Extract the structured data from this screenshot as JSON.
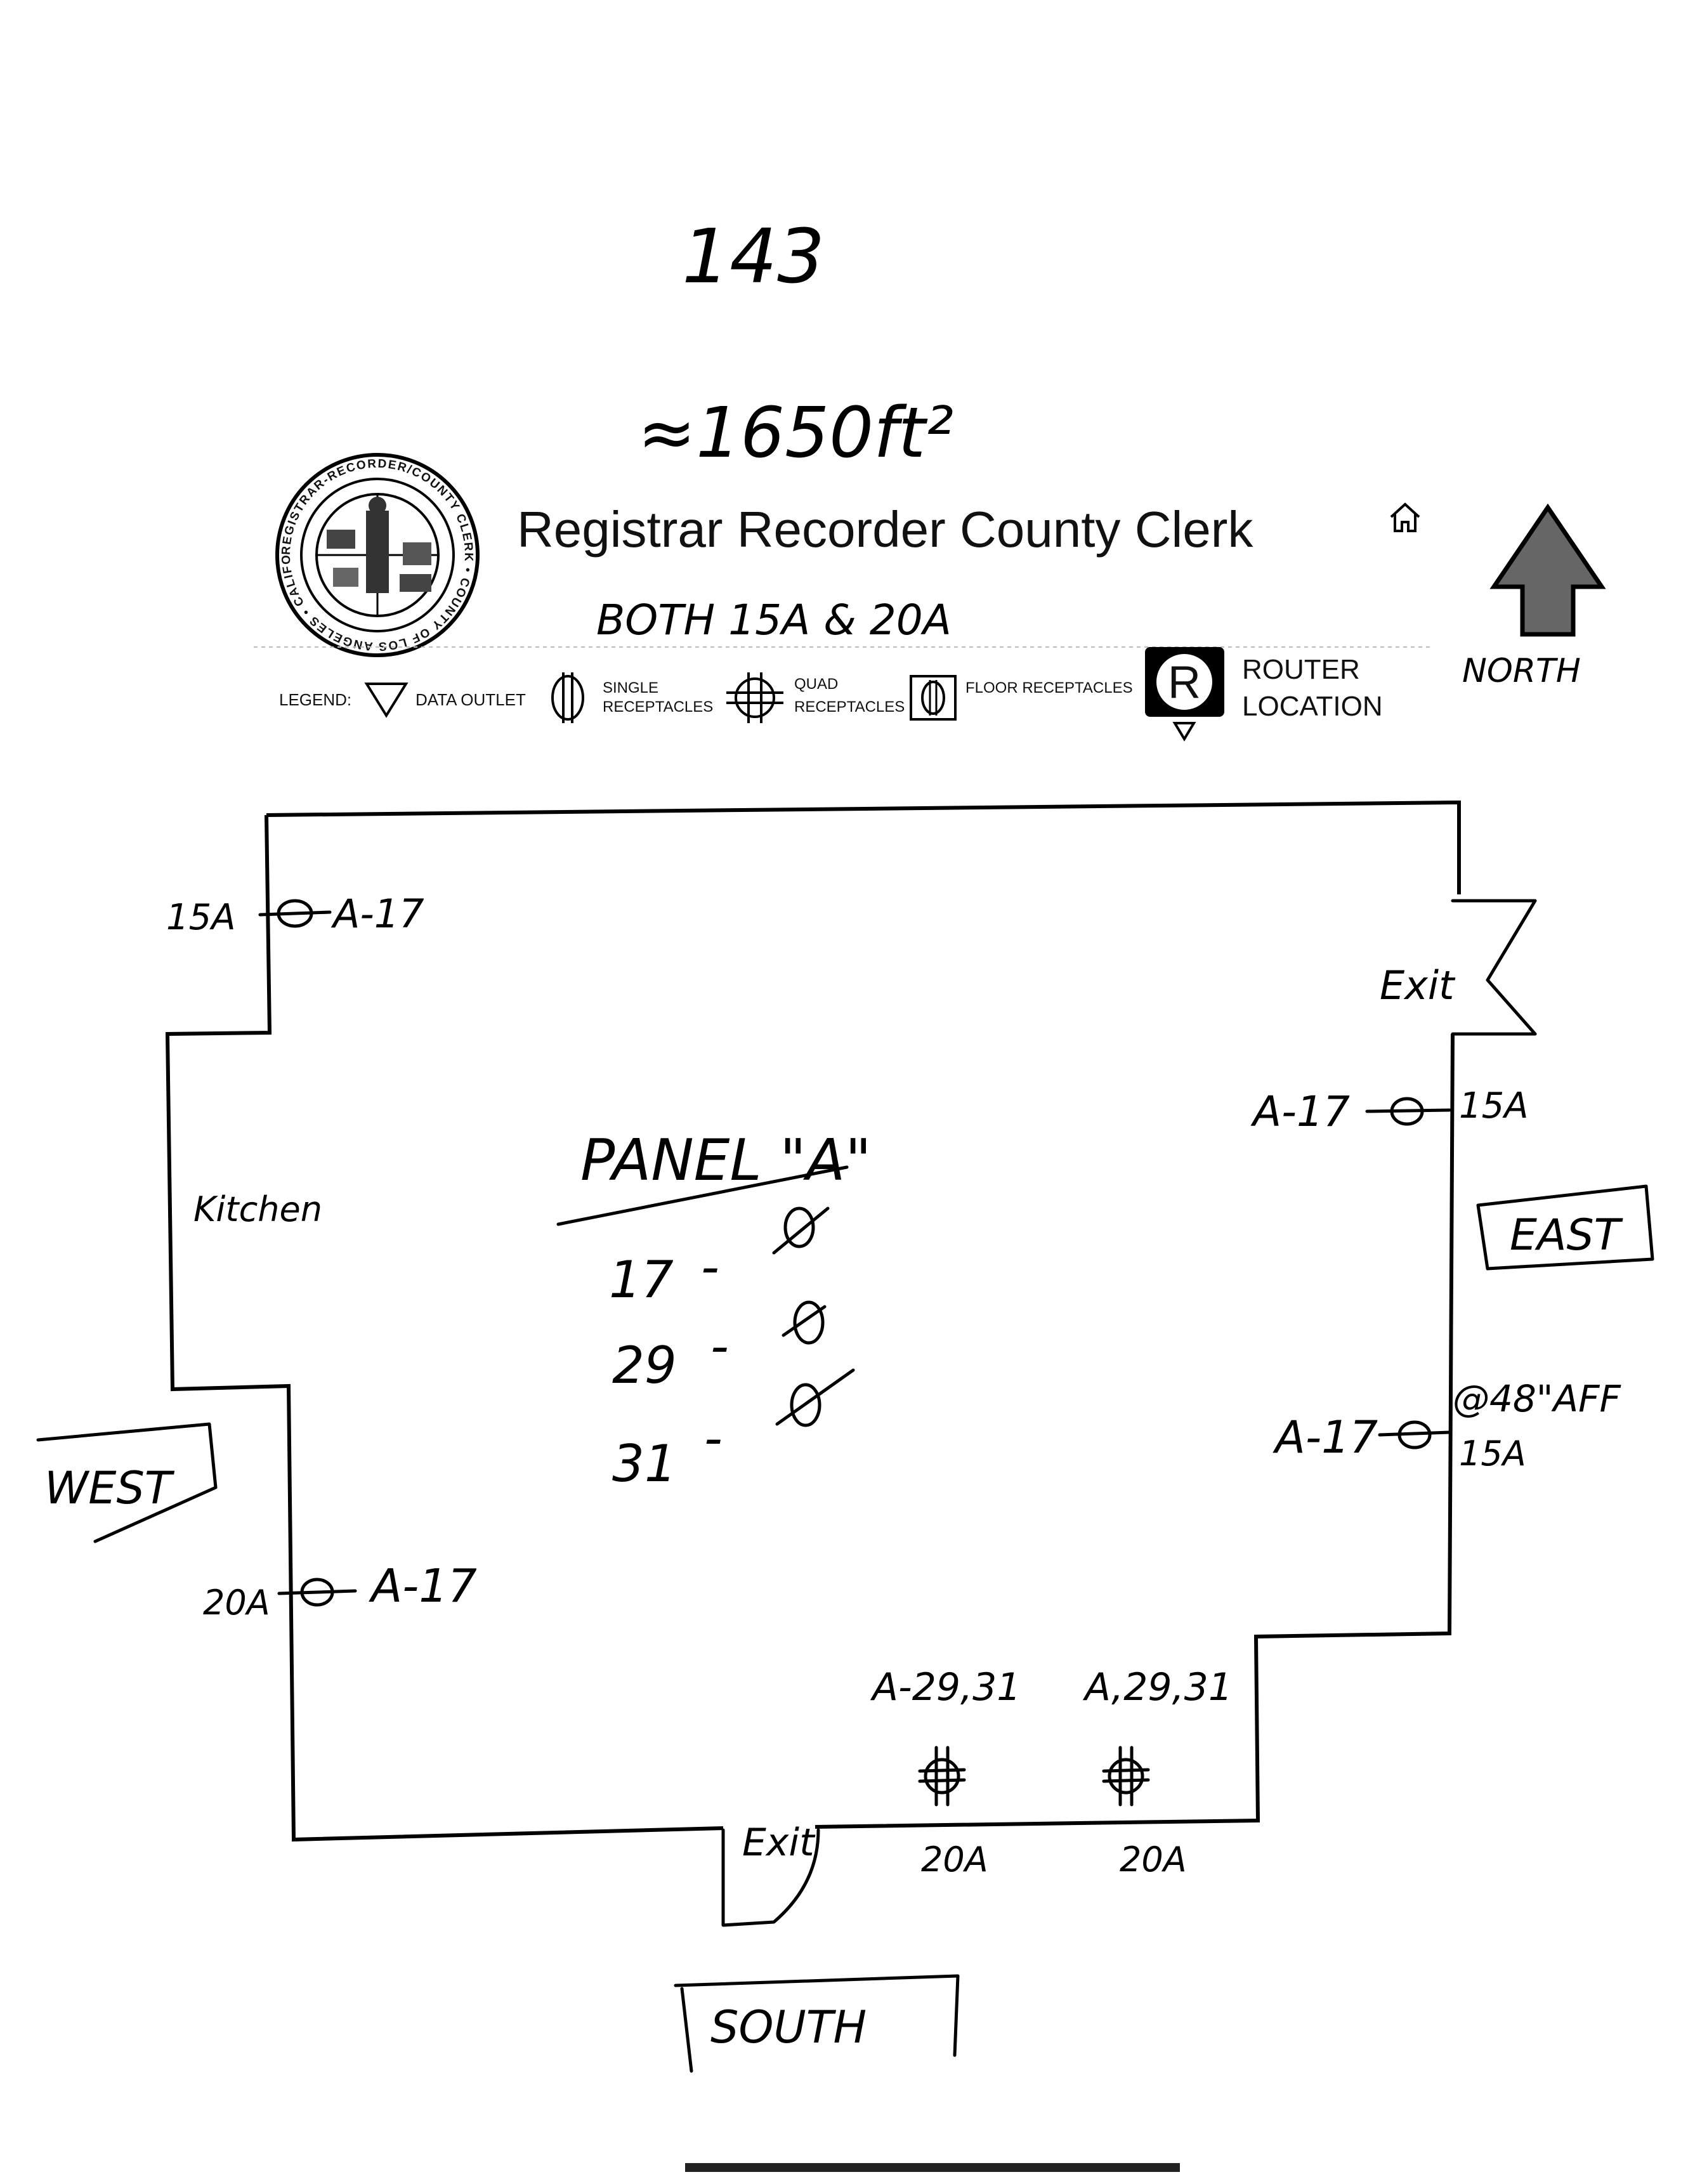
{
  "page_number": "143",
  "area_note": "≈1650ft²",
  "header": {
    "title": "Registrar Recorder County Clerk",
    "seal_text": "REGISTRAR-RECORDER/COUNTY CLERK • COUNTY OF LOS ANGELES • CALIFORNIA",
    "home_icon": "home-icon",
    "subnote": "BOTH 15A & 20A"
  },
  "legend": {
    "label": "LEGEND:",
    "items": [
      {
        "icon": "triangle-down-icon",
        "text": "DATA OUTLET"
      },
      {
        "icon": "single-receptacle-icon",
        "text_1": "SINGLE",
        "text_2": "RECEPTACLES"
      },
      {
        "icon": "quad-receptacle-icon",
        "text_1": "QUAD",
        "text_2": "RECEPTACLES"
      },
      {
        "icon": "floor-receptacle-icon",
        "text": "FLOOR RECEPTACLES"
      },
      {
        "icon": "router-icon",
        "glyph": "R",
        "text_1": "ROUTER",
        "text_2": "LOCATION"
      }
    ]
  },
  "compass": {
    "north": "NORTH",
    "east": "EAST",
    "west": "WEST",
    "south": "SOUTH"
  },
  "panel": {
    "title": "PANEL \"A\"",
    "rows": [
      {
        "circuit": "17",
        "sep": "-"
      },
      {
        "circuit": "29",
        "sep": "-"
      },
      {
        "circuit": "31",
        "sep": "-"
      }
    ]
  },
  "rooms": {
    "kitchen": "Kitchen"
  },
  "exits": {
    "east": "Exit",
    "south": "Exit"
  },
  "outlets": {
    "nw": {
      "amp": "15A",
      "circuit": "A-17"
    },
    "east_upper": {
      "amp": "15A",
      "circuit": "A-17"
    },
    "east_lower": {
      "note": "@48\"AFF",
      "amp": "15A",
      "circuit": "A-17"
    },
    "west": {
      "amp": "20A",
      "circuit": "A-17"
    },
    "south_1": {
      "circuit": "A-29,31",
      "amp": "20A"
    },
    "south_2": {
      "circuit": "A,29,31",
      "amp": "20A"
    }
  },
  "colors": {
    "ink": "#000000",
    "paper": "#ffffff"
  }
}
